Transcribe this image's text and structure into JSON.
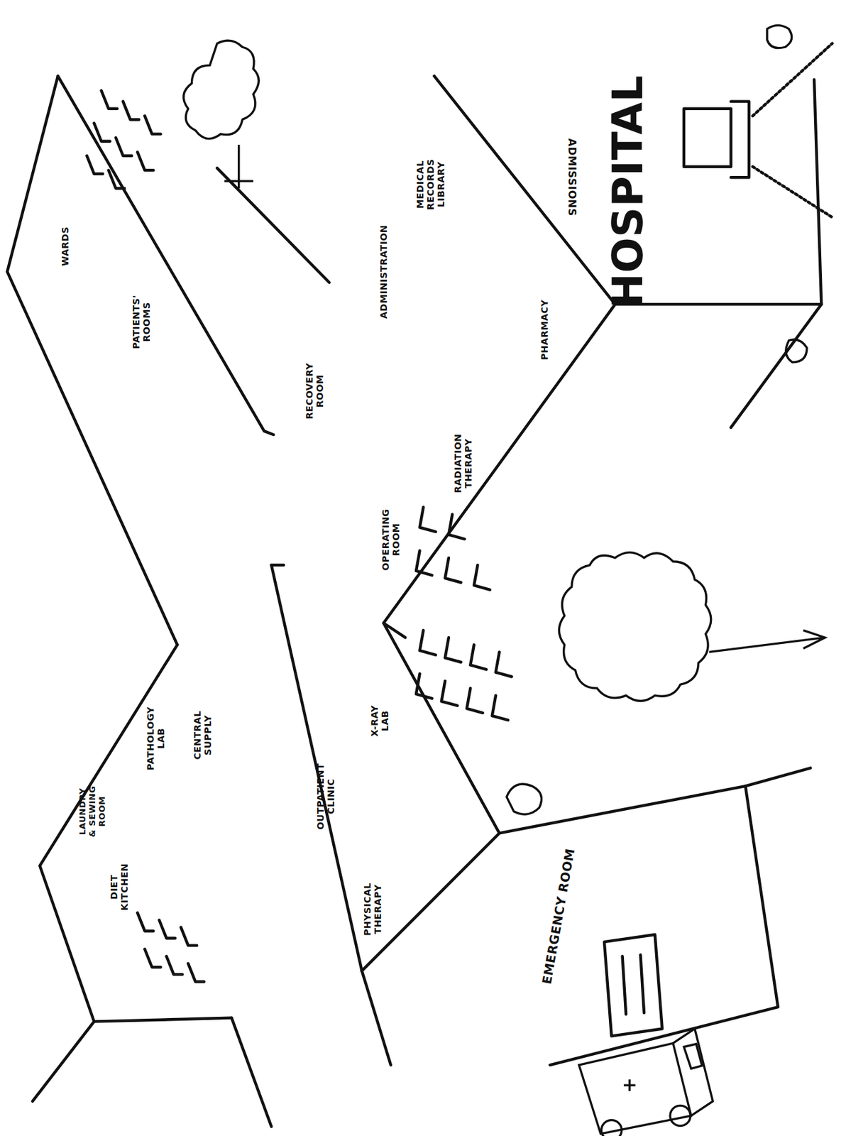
{
  "diagram": {
    "labels": [
      "WARDS",
      "PATIENTS' ROOMS",
      "RECOVERY ROOM",
      "ADMINISTRATION",
      "MEDICAL RECORDS LIBRARY",
      "PHARMACY",
      "RADIATION THERAPY",
      "OPERATING ROOM",
      "HOSPITAL",
      "ADMISSIONS",
      "PATHOLOGY LAB",
      "CENTRAL SUPPLY",
      "LAUNDRY & SEWING ROOM",
      "DIET KITCHEN",
      "OUTPATIENT CLINIC",
      "X-RAY LAB",
      "PHYSICAL THERAPY",
      "EMERGENCY ROOM"
    ]
  }
}
